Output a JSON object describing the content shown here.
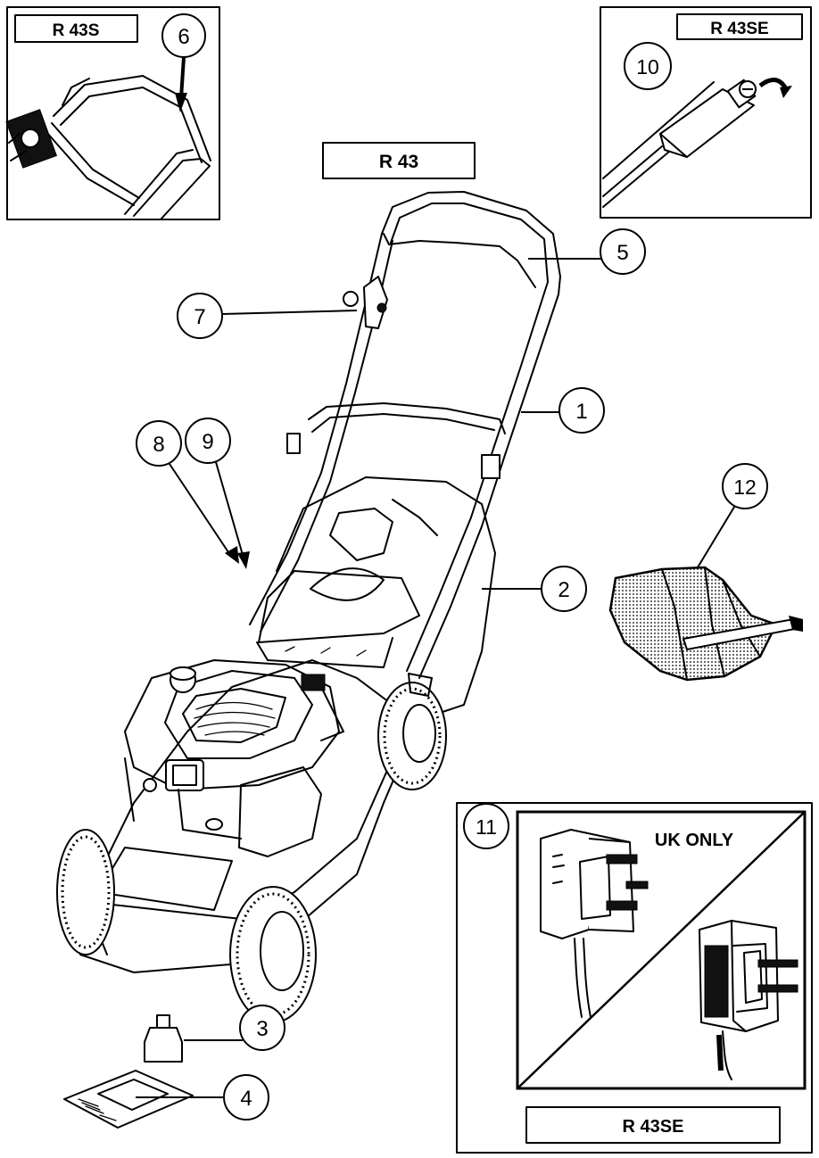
{
  "labels": {
    "r43s": "R 43S",
    "r43se_top": "R 43SE",
    "r43": "R 43",
    "uk_only": "UK ONLY",
    "r43se_bottom": "R 43SE"
  },
  "callouts": {
    "c1": "1",
    "c2": "2",
    "c3": "3",
    "c4": "4",
    "c5": "5",
    "c6": "6",
    "c7": "7",
    "c8": "8",
    "c9": "9",
    "c10": "10",
    "c11": "11",
    "c12": "12"
  },
  "icons": [
    "lawn-mower-illustration",
    "grass-bag-illustration",
    "oil-bottle-illustration",
    "manual-booklet-illustration",
    "uk-charger-illustration",
    "euro-charger-illustration",
    "handle-detail-illustration",
    "key-switch-illustration"
  ]
}
